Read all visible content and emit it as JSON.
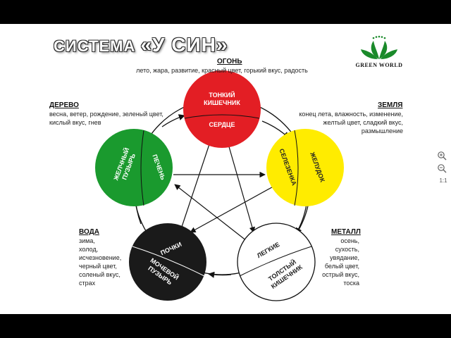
{
  "title": {
    "prefix": "СИСТЕМА ",
    "main": "«У СИН»"
  },
  "logo": {
    "text": "GREEN WORLD",
    "color": "#1a8a2a"
  },
  "elements": {
    "fire": {
      "name": "ОГОНЬ",
      "desc": "лето, жара, развитие, красный цвет, горький вкус, радость",
      "color": "#e31e24",
      "organ_top": "ТОНКИЙ\nКИШЕЧНИК",
      "organ_bottom": "СЕРДЦЕ"
    },
    "wood": {
      "name": "ДЕРЕВО",
      "desc": "весна, ветер, рождение, зеленый цвет,\nкислый вкус, гнев",
      "color": "#1a9a2e",
      "organ_top": "ЖЕЛЧНЫЙ\nПУЗЫРЬ",
      "organ_bottom": "ПЕЧЕНЬ"
    },
    "earth": {
      "name": "ЗЕМЛЯ",
      "desc": "конец лета, влажность, изменение,\nжелтый цвет, сладкий вкус,\nразмышление",
      "color": "#ffec00",
      "organ_top": "СЕЛЕЗЕНКА",
      "organ_bottom": "ЖЕЛУДОК"
    },
    "water": {
      "name": "ВОДА",
      "desc": "зима,\nхолод,\nисчезновение,\nчерный цвет,\nсоленый вкус,\nстрах",
      "color": "#1a1a1a",
      "organ_top": "ПОЧКИ",
      "organ_bottom": "МОЧЕВОЙ\nПУЗЫРЬ"
    },
    "metal": {
      "name": "МЕТАЛЛ",
      "desc": "осень,\nсухость,\nувядание,\nбелый цвет,\nострый вкус,\nтоска",
      "color": "#ffffff",
      "organ_top": "ЛЕГКИЕ",
      "organ_bottom": "ТОЛСТЫЙ\nКИШЕЧНИК"
    }
  },
  "viewer": {
    "zoom_in_icon": "zoom-in-icon",
    "zoom_out_icon": "zoom-out-icon",
    "zoom_level": "1:1"
  }
}
